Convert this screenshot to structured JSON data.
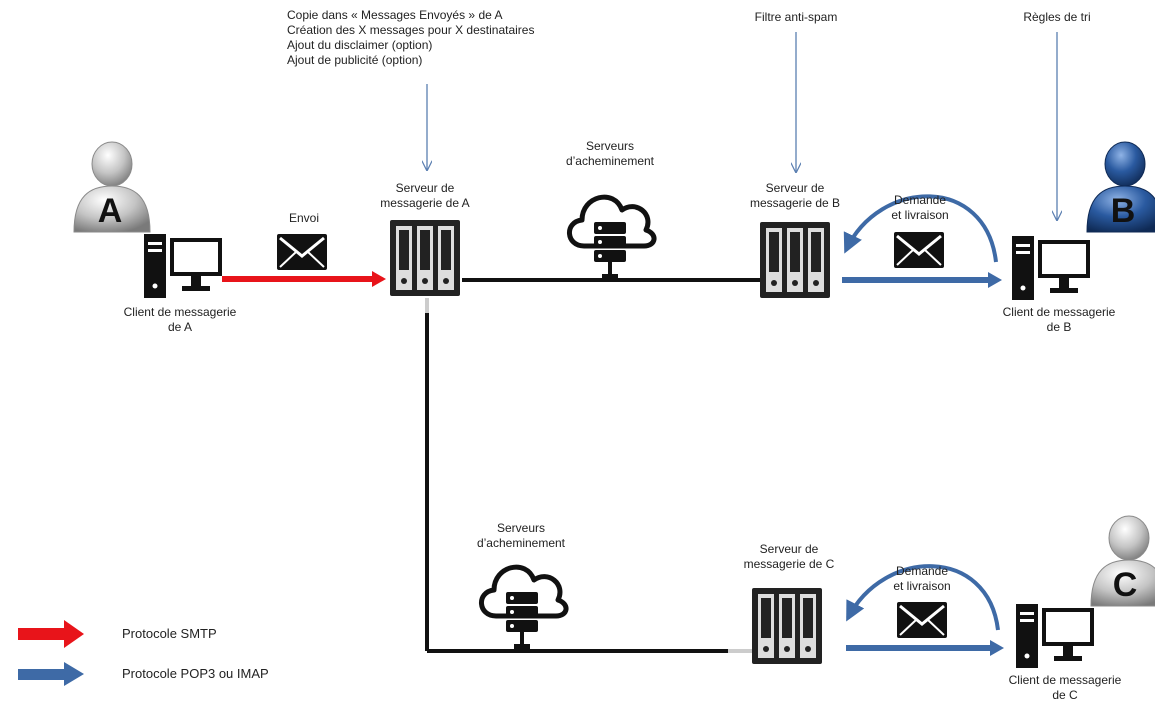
{
  "annotations": {
    "server_a_notes": [
      "Copie dans « Messages Envoyés » de A",
      "Création des X messages pour X destinataires",
      "Ajout du disclaimer (option)",
      "Ajout de publicité (option)"
    ],
    "antispam": "Filtre anti-spam",
    "sort_rules": "Règles de tri"
  },
  "nodes": {
    "user_a": {
      "letter": "A"
    },
    "user_b": {
      "letter": "B"
    },
    "user_c": {
      "letter": "C"
    },
    "client_a": {
      "label_line1": "Client de messagerie",
      "label_line2": "de A"
    },
    "client_b": {
      "label_line1": "Client de messagerie",
      "label_line2": "de B"
    },
    "client_c": {
      "label_line1": "Client de messagerie",
      "label_line2": "de C"
    },
    "server_a": {
      "label_line1": "Serveur de",
      "label_line2": "messagerie de A"
    },
    "server_b": {
      "label_line1": "Serveur de",
      "label_line2": "messagerie de B"
    },
    "server_c": {
      "label_line1": "Serveur de",
      "label_line2": "messagerie de C"
    },
    "relay_top": {
      "label_line1": "Serveurs",
      "label_line2": "d’acheminement"
    },
    "relay_bottom": {
      "label_line1": "Serveurs",
      "label_line2": "d’acheminement"
    }
  },
  "edges": {
    "send": {
      "label": "Envoi"
    },
    "delivery_b": {
      "label_line1": "Demande",
      "label_line2": "et livraison"
    },
    "delivery_c": {
      "label_line1": "Demande",
      "label_line2": "et livraison"
    }
  },
  "legend": {
    "smtp": "Protocole SMTP",
    "pop_imap": "Protocole POP3 ou IMAP"
  },
  "colors": {
    "smtp": "#e8141a",
    "pop_imap": "#3e6aa6",
    "thin_arrow": "#5b7fb1"
  }
}
